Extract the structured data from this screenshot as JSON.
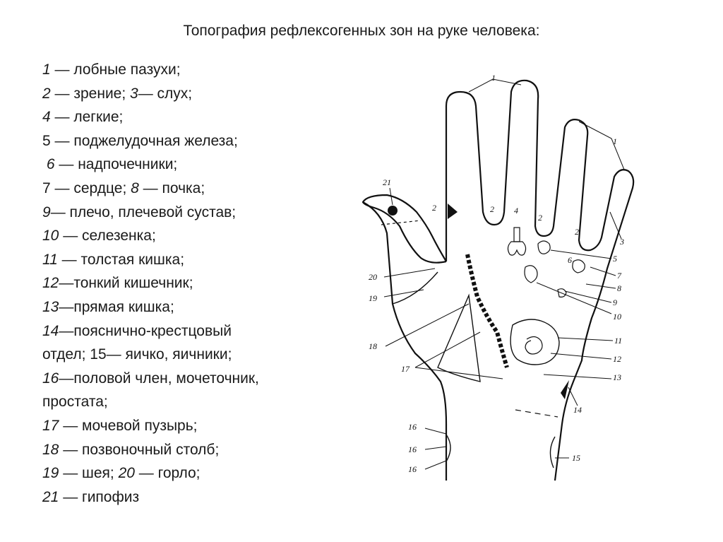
{
  "title": "Топография рефлексогенных зон на руке человека:",
  "legend": [
    {
      "n1": "1",
      "t1": " — лобные пазухи;",
      "n2": "",
      "t2": ""
    },
    {
      "n1": "2",
      "t1": " — зрение; ",
      "n2": "3",
      "t2": "— слух;"
    },
    {
      "n1": "4",
      "t1": " — легкие;",
      "n2": "",
      "t2": ""
    },
    {
      "n1": "5",
      "t1": " — поджелудочная железа;",
      "n2": "",
      "t2": ""
    },
    {
      "n1": "6",
      "t1": " — надпочечники;",
      "n2": "",
      "t2": ""
    },
    {
      "n1": "7",
      "t1": " — сердце;  ",
      "n2": "8",
      "t2": " — почка;"
    },
    {
      "n1": "9",
      "t1": "— плечо, плечевой сустав;",
      "n2": "",
      "t2": ""
    },
    {
      "n1": "10",
      "t1": " — селезенка;",
      "n2": "",
      "t2": ""
    },
    {
      "n1": "11",
      "t1": " — толстая кишка;",
      "n2": "",
      "t2": ""
    },
    {
      "n1": "12",
      "t1": "—тонкий кишечник;",
      "n2": "",
      "t2": ""
    },
    {
      "n1": "13",
      "t1": "—прямая кишка;",
      "n2": "",
      "t2": ""
    },
    {
      "n1": "14",
      "t1": "—пояснично-крестцовый",
      "n2": "",
      "t2": ""
    },
    {
      "n1": "",
      "t1": "отдел; 15— яичко, яичники;",
      "n2": "",
      "t2": ""
    },
    {
      "n1": "16",
      "t1": "—половой  член,  мочеточник,",
      "n2": "",
      "t2": ""
    },
    {
      "n1": "",
      "t1": "простата;",
      "n2": "",
      "t2": ""
    },
    {
      "n1": "17",
      "t1": " — мочевой пузырь;",
      "n2": "",
      "t2": ""
    },
    {
      "n1": "18",
      "t1": " — позвоночный столб;",
      "n2": "",
      "t2": ""
    },
    {
      "n1": "19",
      "t1": " — шея; ",
      "n2": "20",
      "t2": " — горло;"
    },
    {
      "n1": "21",
      "t1": " — гипофиз",
      "n2": "",
      "t2": ""
    }
  ],
  "diagram": {
    "labels": {
      "l1a": "1",
      "l1b": "1",
      "l2a": "2",
      "l2b": "2",
      "l2c": "2",
      "l2d": "2",
      "l3": "3",
      "l4": "4",
      "l5": "5",
      "l6": "6",
      "l7": "7",
      "l8": "8",
      "l9": "9",
      "l10": "10",
      "l11": "11",
      "l12": "12",
      "l13": "13",
      "l14": "14",
      "l15": "15",
      "l16a": "16",
      "l16b": "16",
      "l16c": "16",
      "l17": "17",
      "l18": "18",
      "l19": "19",
      "l20": "20",
      "l21": "21"
    }
  }
}
